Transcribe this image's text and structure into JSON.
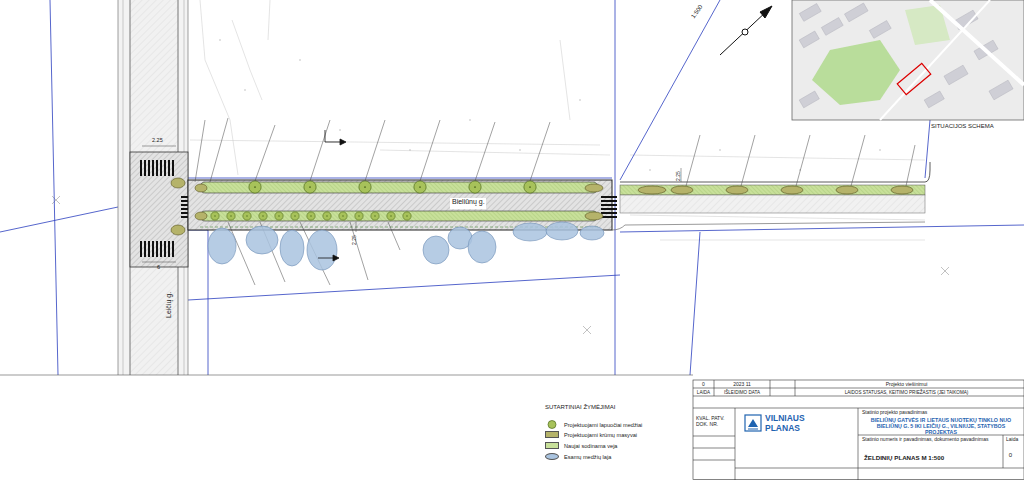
{
  "diagram": {
    "labels": [
      "1:500",
      "SITUACIJOS SCHEMA",
      "2.25",
      "6",
      "Leičių g.",
      "Bieliūnų g.",
      "2.25",
      "2.25",
      "SUTARTINIAI ŽYMĖJIMAI",
      "0",
      "2023 11",
      "Projekto viešinimui",
      "LAIDA",
      "IŠLEIDIMO DATA",
      "LAIDOS STATUSAS, KEITIMO PRIEŽASTIS (JEI TAIKOMA)",
      "KVAL. PATV. DOK. NR.",
      "VILNIAUS PLANAS",
      "Statinio projekto pavadinimas",
      "BIELIŪNŲ GATVĖS IR LIETAUS NUOTEKŲ TINKLO NUO BIELIŪNŲ G. 5 IKI LEIČIŲ G., VILNIUJE, STATYBOS PROJEKTAS",
      "Statinio numeris ir pavadinimas, dokumento pavadinimas",
      "Laida",
      "ŽELDINIŲ PLANAS M 1:500",
      "0"
    ],
    "legend": [
      {
        "text": "Projektuojami lapuočiai medžiai"
      },
      {
        "text": "Projektuojami krūmų masyvai",
        "color": "#b5b36a"
      },
      {
        "text": "Naujai sodinama veja",
        "color": "#c8e09a"
      },
      {
        "text": "Esamų medžių laja",
        "color": "#a9c3df"
      }
    ]
  }
}
